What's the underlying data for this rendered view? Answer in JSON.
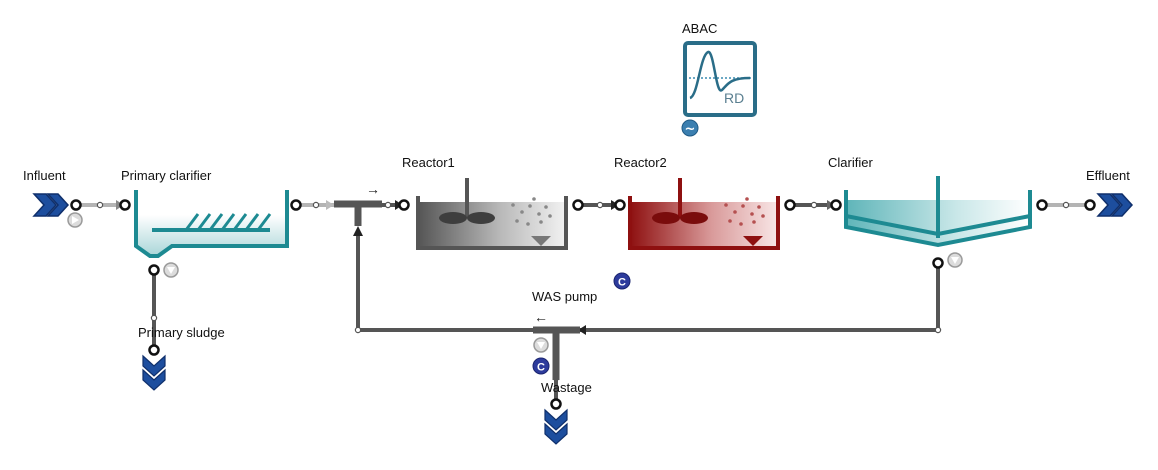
{
  "labels": {
    "influent": "Influent",
    "primary_clarifier": "Primary clarifier",
    "primary_sludge": "Primary sludge",
    "reactor1": "Reactor1",
    "reactor2": "Reactor2",
    "clarifier": "Clarifier",
    "effluent": "Effluent",
    "abac": "ABAC",
    "abac_icon_text": "RD",
    "was_pump": "WAS pump",
    "wastage": "Wastage",
    "splitter_arrow": "→",
    "was_arrow": "←",
    "controller_glyph": "C",
    "wave_glyph": "~"
  },
  "colors": {
    "pipe": "#555555",
    "pipe_light": "#b4b4b4",
    "connector": "#1a1a1a",
    "arrow_blue": "#1d4e9e",
    "arrow_dark": "#0f2f6b",
    "teal": "#1d8a92",
    "teal_light": "#a9d6d8",
    "reactor1_dark": "#555555",
    "reactor1_light": "#e6e6e6",
    "reactor2_dark": "#8e1010",
    "reactor2_light": "#f0cccc",
    "abac_border": "#2a6d88",
    "controller": "#2d3b9c",
    "pump_badge": "#9a9a9a"
  },
  "icons": [
    "influent-chevron-icon",
    "effluent-chevron-icon",
    "sludge-chevron-icon",
    "wastage-chevron-icon",
    "mixer-icon",
    "pump-icon",
    "controller-icon",
    "abac-controller-icon"
  ]
}
